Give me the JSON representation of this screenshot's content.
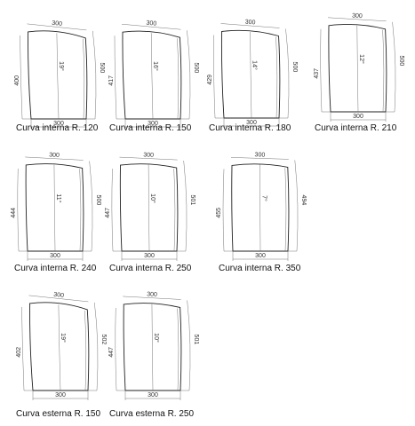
{
  "panels": [
    {
      "caption": "Curva interna R. 120",
      "top": "300",
      "bottom": "300",
      "left": "400",
      "right": "500",
      "angle": "19°"
    },
    {
      "caption": "Curva interna R. 150",
      "top": "300",
      "bottom": "300",
      "left": "417",
      "right": "500",
      "angle": "16°"
    },
    {
      "caption": "Curva interna R. 180",
      "top": "300",
      "bottom": "300",
      "left": "429",
      "right": "500",
      "angle": "14°"
    },
    {
      "caption": "Curva interna R. 210",
      "top": "300",
      "bottom": "300",
      "left": "437",
      "right": "500",
      "angle": "12°"
    },
    {
      "caption": "Curva interna R. 240",
      "top": "300",
      "bottom": "300",
      "left": "444",
      "right": "500",
      "angle": "11°"
    },
    {
      "caption": "Curva interna R. 250",
      "top": "300",
      "bottom": "300",
      "left": "447",
      "right": "501",
      "angle": "10°"
    },
    {
      "caption": "Curva interna R. 350",
      "top": "300",
      "bottom": "300",
      "left": "455",
      "right": "494",
      "angle": "7°"
    },
    {
      "caption": "Curva esterna R. 150",
      "top": "300",
      "bottom": "300",
      "left": "402",
      "right": "502",
      "angle": "19°"
    },
    {
      "caption": "Curva esterna R. 250",
      "top": "300",
      "bottom": "300",
      "left": "447",
      "right": "501",
      "angle": "10°"
    }
  ]
}
